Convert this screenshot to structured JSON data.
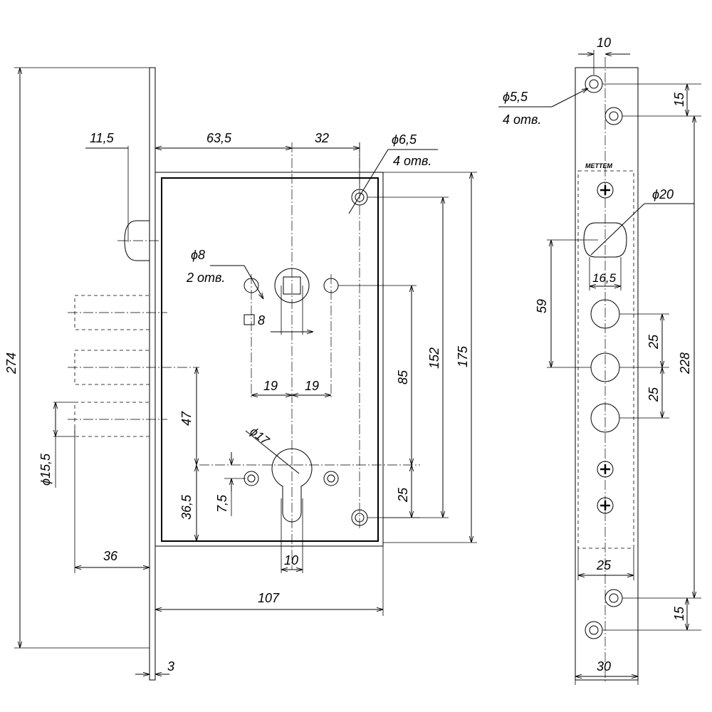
{
  "left_view": {
    "dims": {
      "d11_5": "11,5",
      "d63_5": "63,5",
      "d32": "32",
      "d6_5": "ϕ6,5",
      "holes4": "4 отв.",
      "d8": "ϕ8",
      "holes2": "2 отв.",
      "sq8": "8",
      "d19a": "19",
      "d19b": "19",
      "d17": "ϕ17",
      "d85": "85",
      "d152": "152",
      "d175": "175",
      "d274": "274",
      "d47": "47",
      "d15_5": "ϕ15,5",
      "d36_5": "36,5",
      "d7_5": "7,5",
      "d25": "25",
      "d36": "36",
      "d10": "10",
      "d107": "107",
      "d3": "3"
    }
  },
  "right_view": {
    "brand": "МЕТТЕМ",
    "dims": {
      "d10": "10",
      "d5_5": "ϕ5,5",
      "holes4": "4 отв.",
      "d15_top": "15",
      "d20": "ϕ20",
      "d16_5": "16,5",
      "d59": "59",
      "d25a": "25",
      "d25b": "25",
      "d228": "228",
      "d25_width": "25",
      "d15_bottom": "15",
      "d30": "30"
    }
  }
}
